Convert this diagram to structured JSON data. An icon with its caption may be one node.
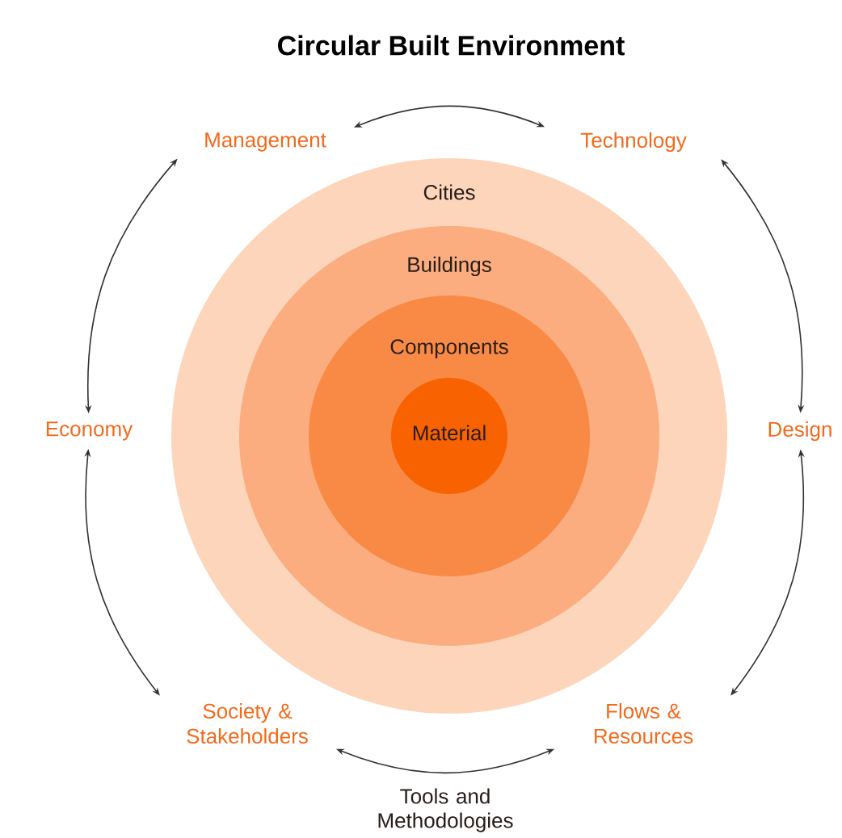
{
  "diagram": {
    "title": "Circular Built Environment",
    "nodes": [
      {
        "text": [
          "Cities"
        ]
      },
      {
        "text": [
          "Buildings"
        ],
        "in": 0
      },
      {
        "text": [
          "Components"
        ],
        "in": 1
      },
      {
        "text": [
          "Material"
        ],
        "in": 2
      },
      {
        "text": [
          "Management"
        ]
      },
      {
        "text": [
          "Technology"
        ]
      },
      {
        "text": [
          "Design"
        ]
      },
      {
        "text": [
          "Flows & Resources"
        ]
      },
      {
        "text": [
          "Society & Stakeholders"
        ]
      },
      {
        "text": [
          "Economy"
        ]
      }
    ],
    "edges": [
      {
        "from": 4,
        "to": 5,
        "arrow": "both"
      },
      {
        "from": 5,
        "to": 6,
        "arrow": "both"
      },
      {
        "from": 6,
        "to": 7,
        "arrow": "both"
      },
      {
        "from": 7,
        "to": 8,
        "arrow": "both",
        "label": "Tools and Methodologies"
      },
      {
        "from": 8,
        "to": 9,
        "arrow": "both"
      },
      {
        "from": 9,
        "to": 4,
        "arrow": "both"
      }
    ]
  }
}
